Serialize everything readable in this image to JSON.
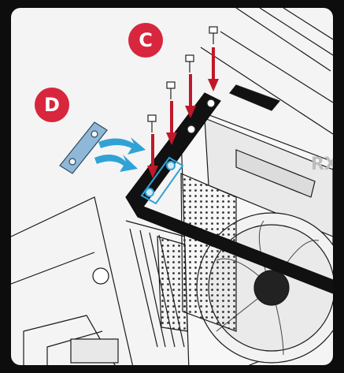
{
  "step_labels": {
    "c": "C",
    "d": "D"
  },
  "colors": {
    "badge": "#d7263d",
    "arrow_red": "#c0182a",
    "arrow_blue": "#2fa3d6",
    "bracket_blue": "#8fb8d8",
    "frame": "#0d0d0d",
    "bar": "#111111"
  },
  "graphic_text": "RX",
  "icons": [
    "screw-icon",
    "bracket-icon",
    "down-arrow-icon",
    "insert-arrow-icon"
  ]
}
